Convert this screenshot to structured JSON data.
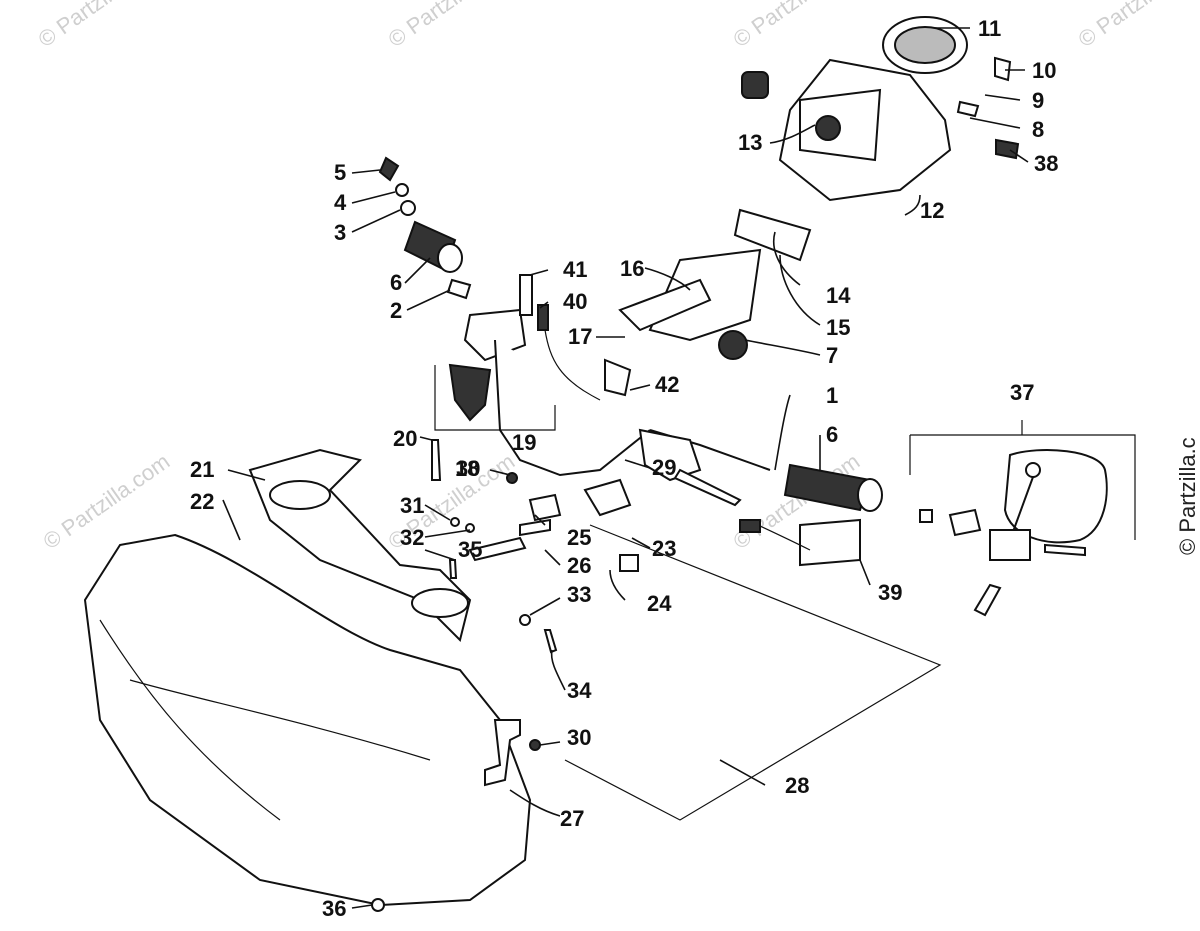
{
  "watermarks": {
    "main": "© Partzilla.com",
    "side": "© Partzilla.c"
  },
  "callouts": {
    "n1": "1",
    "n2": "2",
    "n3": "3",
    "n4": "4",
    "n5": "5",
    "n6a": "6",
    "n6b": "6",
    "n7": "7",
    "n8": "8",
    "n9": "9",
    "n10": "10",
    "n11": "11",
    "n12": "12",
    "n13": "13",
    "n14": "14",
    "n15": "15",
    "n16": "16",
    "n17": "17",
    "n18": "18",
    "n19": "19",
    "n20": "20",
    "n21": "21",
    "n22": "22",
    "n23": "23",
    "n24": "24",
    "n25": "25",
    "n26": "26",
    "n27": "27",
    "n28": "28",
    "n29": "29",
    "n30a": "30",
    "n30b": "30",
    "n31": "31",
    "n32": "32",
    "n33": "33",
    "n34": "34",
    "n35": "35",
    "n36": "36",
    "n37": "37",
    "n38": "38",
    "n39": "39",
    "n40": "40",
    "n41": "41",
    "n42": "42"
  }
}
